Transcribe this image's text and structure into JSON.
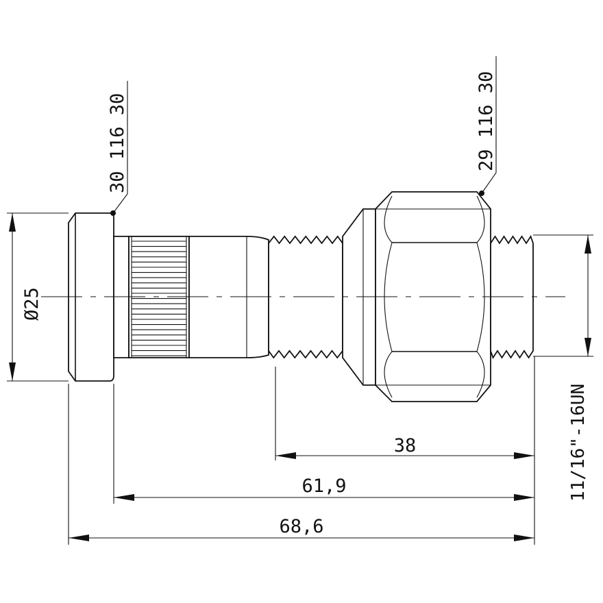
{
  "drawing": {
    "part_labels": [
      {
        "id": "stud",
        "text": "30_116_30"
      },
      {
        "id": "nut",
        "text": "29_116_30"
      }
    ],
    "dimensions": {
      "diameter": "Ø25",
      "thread_length": "38",
      "shank_length": "61,9",
      "overall_length": "68,6",
      "thread_spec": "11/16\"-16UN"
    }
  }
}
